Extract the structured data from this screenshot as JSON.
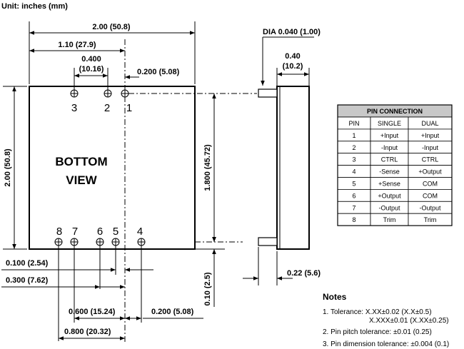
{
  "unit_label": "Unit: inches (mm)",
  "view": {
    "line1": "BOTTOM",
    "line2": "VIEW"
  },
  "pin_labels": {
    "p1": "1",
    "p2": "2",
    "p3": "3",
    "p4": "4",
    "p5": "5",
    "p6": "6",
    "p7": "7",
    "p8": "8"
  },
  "dims": {
    "total_width": "2.00 (50.8)",
    "width_to_pin1": "1.10 (27.9)",
    "pin_pitch_top_a": "0.400",
    "pin_pitch_top_b": "(10.16)",
    "pin1_offset": "0.200 (5.08)",
    "total_height": "2.00 (50.8)",
    "pin_row_spacing": "1.800 (45.72)",
    "bottom_edge_offset": "0.10 (2.5)",
    "pin5_offset": "0.100 (2.54)",
    "pin6_offset": "0.300 (7.62)",
    "pin7_offset": "0.600 (15.24)",
    "pin4_offset": "0.200 (5.08)",
    "pin8_offset": "0.800 (20.32)",
    "pin_dia": "DIA 0.040 (1.00)",
    "pin_length_a": "0.40",
    "pin_length_b": "(10.2)",
    "thickness": "0.22 (5.6)"
  },
  "pin_table": {
    "title": "PIN CONNECTION",
    "headers": [
      "PIN",
      "SINGLE",
      "DUAL"
    ],
    "rows": [
      [
        "1",
        "+Input",
        "+Input"
      ],
      [
        "2",
        "-Input",
        "-Input"
      ],
      [
        "3",
        "CTRL",
        "CTRL"
      ],
      [
        "4",
        "-Sense",
        "+Output"
      ],
      [
        "5",
        "+Sense",
        "COM"
      ],
      [
        "6",
        "+Output",
        "COM"
      ],
      [
        "7",
        "-Output",
        "-Output"
      ],
      [
        "8",
        "Trim",
        "Trim"
      ]
    ]
  },
  "notes": {
    "title": "Notes",
    "n1": "1. Tolerance: X.XX±0.02 (X.X±0.5)",
    "n1b": "X.XXX±0.01 (X.XX±0.25)",
    "n2": "2. Pin pitch tolerance: ±0.01 (0.25)",
    "n3": "3. Pin dimension tolerance: ±0.004 (0.1)"
  }
}
